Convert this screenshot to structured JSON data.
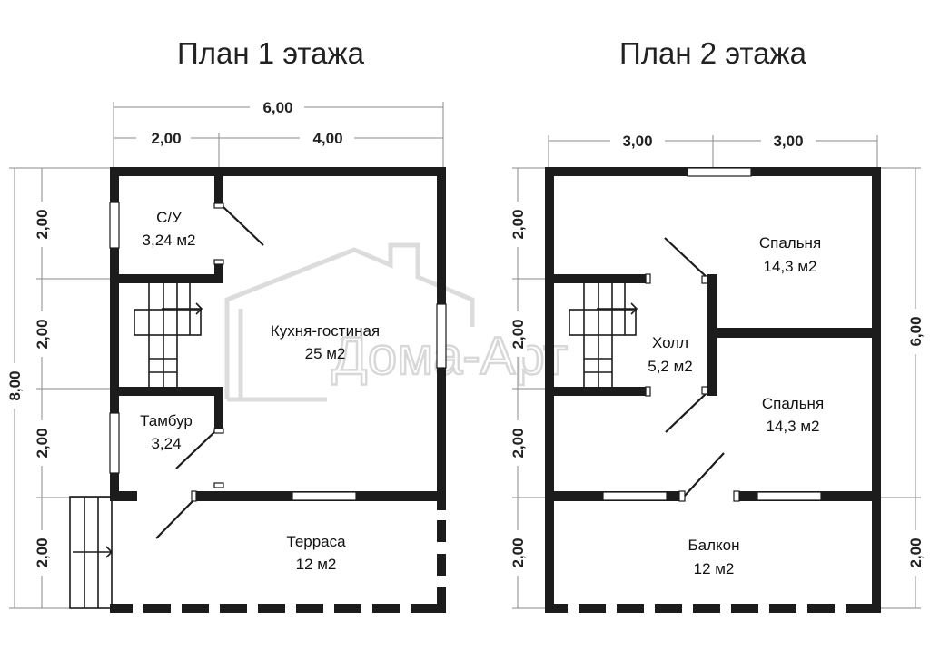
{
  "titles": {
    "floor1": "План 1 этажа",
    "floor2": "План 2 этажа"
  },
  "watermark": "Дома-Арт",
  "floor1": {
    "dims": {
      "total_width": "6,00",
      "left_width": "2,00",
      "right_width": "4,00",
      "total_height": "8,00",
      "h1": "2,00",
      "h2": "2,00",
      "h3": "2,00",
      "h4": "2,00"
    },
    "rooms": {
      "bathroom": {
        "name": "С/У",
        "area": "3,24 м2"
      },
      "kitchen": {
        "name": "Кухня-гостиная",
        "area": "25 м2"
      },
      "vestibule": {
        "name": "Тамбур",
        "area": "3,24"
      },
      "terrace": {
        "name": "Терраса",
        "area": "12 м2"
      }
    }
  },
  "floor2": {
    "dims": {
      "left_width": "3,00",
      "right_width": "3,00",
      "h1": "2,00",
      "h2": "2,00",
      "h3": "2,00",
      "h4": "2,00",
      "right_total": "6,00",
      "right_bottom": "2,00"
    },
    "rooms": {
      "bedroom1": {
        "name": "Спальня",
        "area": "14,3 м2"
      },
      "hall": {
        "name": "Холл",
        "area": "5,2 м2"
      },
      "bedroom2": {
        "name": "Спальня",
        "area": "14,3 м2"
      },
      "balcony": {
        "name": "Балкон",
        "area": "12 м2"
      }
    }
  }
}
